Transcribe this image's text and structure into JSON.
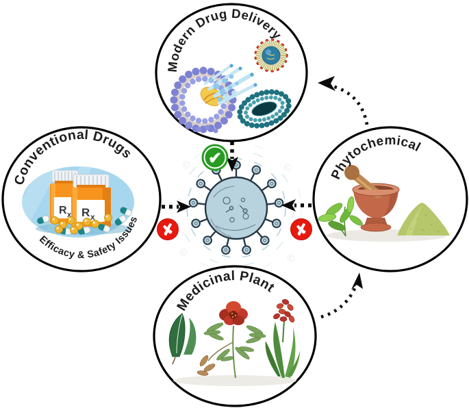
{
  "nodes": {
    "modern": {
      "label": "Modern Drug Delivery"
    },
    "conventional": {
      "label": "Conventional Drugs",
      "caption": "Efficacy & Safety Issues",
      "rx": {
        "r": "R",
        "x": "x"
      }
    },
    "phytochemical": {
      "label": "Phytochemical"
    },
    "medicinal": {
      "label": "Medicinal Plant"
    }
  },
  "marks": {
    "approve": {
      "glyph": "✔",
      "color": "#279b22"
    },
    "reject": {
      "glyph": "✘",
      "color": "#e8190f"
    }
  },
  "watermark": {
    "glyph": "©"
  },
  "colors": {
    "outline": "#000000",
    "canvas": "#ffffff",
    "label_text": "#1b1b1b",
    "arrow": "#0a0a0a",
    "bottle_orange": "#f7941e",
    "pill_teal": "#1b858b",
    "pill_yellow": "#f2b632",
    "backdrop_blue": "#a6d7ee",
    "virus_body": "#b9d3de",
    "virus_line": "#263845",
    "liposome_purple": "#7d82d2",
    "liposome_teal": "#1f7280",
    "micelle_olive": "#b3ab4d",
    "mortar_terracotta": "#c4684a",
    "powder_green": "#b5c76a",
    "leaf_green": "#5da032"
  }
}
